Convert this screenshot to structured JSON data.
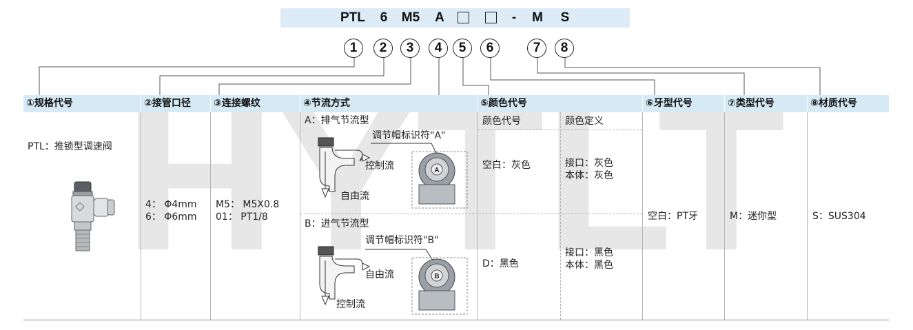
{
  "model_code": {
    "parts": [
      "PTL",
      "6",
      "M5",
      "A",
      "□",
      "□",
      "-",
      "M",
      "S"
    ],
    "markers": [
      "1",
      "2",
      "3",
      "4",
      "5",
      "6",
      "7",
      "8"
    ]
  },
  "watermark": "HYTLT",
  "headers": {
    "h1": "①规格代号",
    "h2": "②接管口径",
    "h3": "③连接螺纹",
    "h4": "④节流方式",
    "h5": "⑤颜色代号",
    "h6": "⑥牙型代号",
    "h7": "⑦类型代号",
    "h8": "⑧材质代号"
  },
  "spec": {
    "label": "PTL：推锁型调速阀"
  },
  "pipe": {
    "line1": "4：  Φ4mm",
    "line2": "6：  Φ6mm"
  },
  "thread": {
    "line1": "M5：  M5X0.8",
    "line2": "01：  PT1/8"
  },
  "throttle": {
    "a_title": "A：排气节流型",
    "a_cap_label": "调节帽标识符\"A\"",
    "a_control": "控制流",
    "a_free": "自由流",
    "a_cap_letter": "A",
    "b_title": "B：进气节流型",
    "b_cap_label": "调节帽标识符\"B\"",
    "b_free": "自由流",
    "b_control": "控制流",
    "b_cap_letter": "B"
  },
  "color": {
    "col_code": "颜色代号",
    "col_def": "颜色定义",
    "blank_code": "空白：灰色",
    "blank_def_1": "接口：灰色",
    "blank_def_2": "本体：灰色",
    "d_code": "D：黑色",
    "d_def_1": "接口：黑色",
    "d_def_2": "本体：黑色"
  },
  "thread_type": {
    "value": "空白：PT牙"
  },
  "type": {
    "value": "M：迷你型"
  },
  "material": {
    "value": "S：SUS304"
  },
  "colors": {
    "header_bg": "#d6eaf6",
    "code_bar_bg": "#dcebf6",
    "watermark": "#cfcfcf"
  }
}
